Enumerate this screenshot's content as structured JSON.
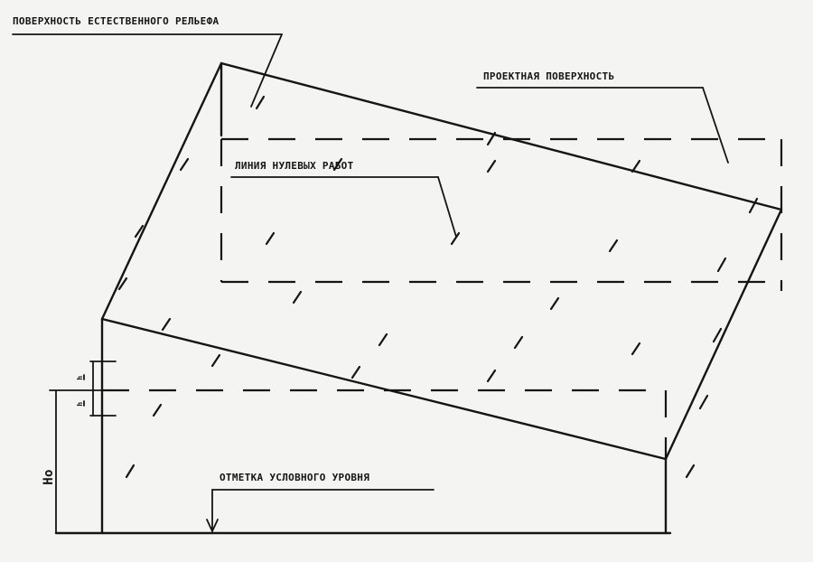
{
  "labels": {
    "natural_surface": "ПОВЕРХНОСТЬ ЕСТЕСТВЕННОГО РЕЛЬЕФА",
    "design_surface": "ПРОЕКТНАЯ ПОВЕРХНОСТЬ",
    "zero_work_line": "ЛИНИЯ НУЛЕВЫХ РАБОТ",
    "conditional_level": "ОТМЕТКА УСЛОВНОГО УРОВНЯ",
    "dimension_h": "Hо",
    "tick_upper": "h",
    "tick_lower": "h"
  },
  "colors": {
    "ink": "#151515",
    "paper": "#f4f4f2"
  }
}
